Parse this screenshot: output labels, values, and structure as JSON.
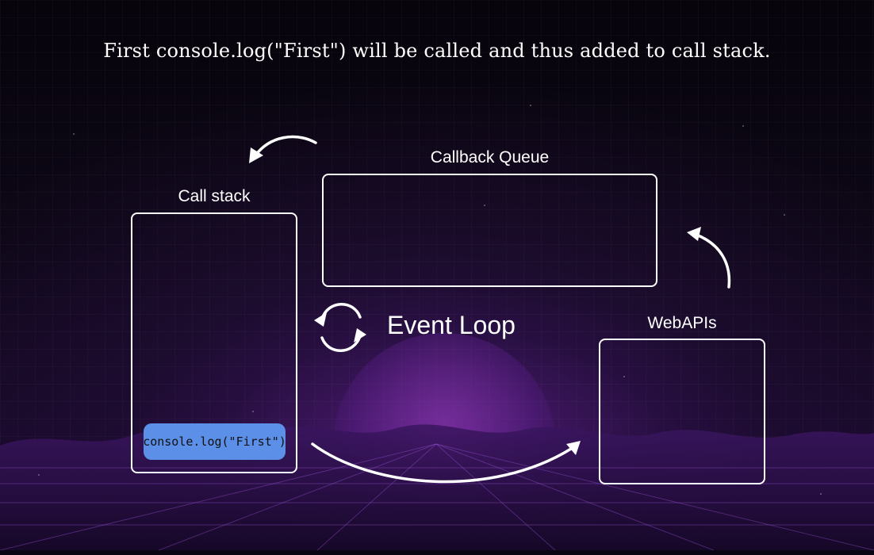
{
  "caption": "First console.log(\"First\") will be called and thus added to call stack.",
  "call_stack": {
    "label": "Call stack",
    "items": [
      "console.log(\"First\")"
    ]
  },
  "callback_queue": {
    "label": "Callback Queue"
  },
  "web_apis": {
    "label": "WebAPIs"
  },
  "event_loop": {
    "label": "Event Loop"
  },
  "colors": {
    "chip_background": "#5b8fe8",
    "box_border": "#ffffff",
    "background": "#0a0512"
  },
  "icons": [
    "curved-arrow-left-icon",
    "curved-arrow-up-icon",
    "curved-arrow-right-icon",
    "event-loop-cycle-icon"
  ]
}
